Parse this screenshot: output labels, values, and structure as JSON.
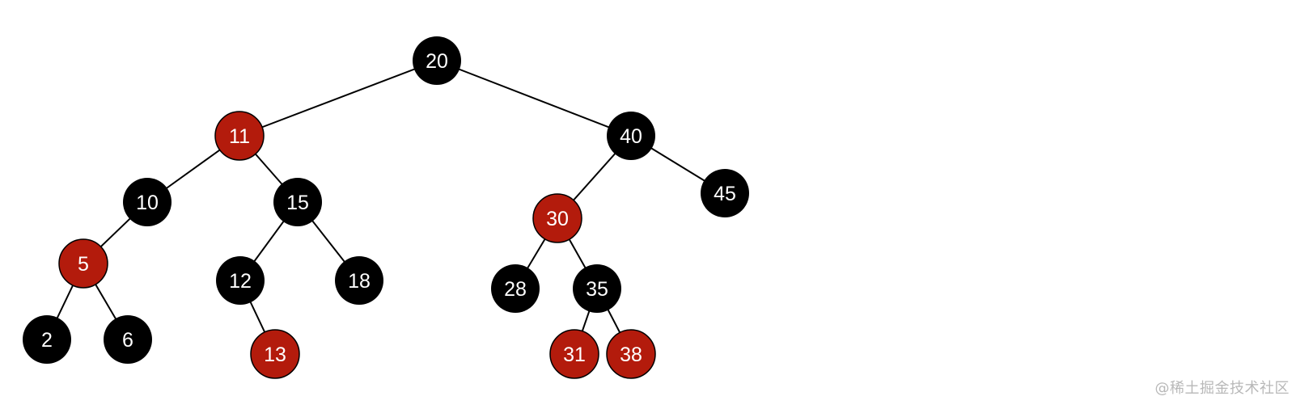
{
  "colors": {
    "red_node": "#b31b0c",
    "black_node": "#000000",
    "label": "#ffffff",
    "edge": "#000000"
  },
  "tree": {
    "nodes": [
      {
        "id": "n20",
        "label": "20",
        "color": "black"
      },
      {
        "id": "n11",
        "label": "11",
        "color": "red"
      },
      {
        "id": "n40",
        "label": "40",
        "color": "black"
      },
      {
        "id": "n10",
        "label": "10",
        "color": "black"
      },
      {
        "id": "n15",
        "label": "15",
        "color": "black"
      },
      {
        "id": "n30",
        "label": "30",
        "color": "red"
      },
      {
        "id": "n45",
        "label": "45",
        "color": "black"
      },
      {
        "id": "n5",
        "label": "5",
        "color": "red"
      },
      {
        "id": "n12",
        "label": "12",
        "color": "black"
      },
      {
        "id": "n18",
        "label": "18",
        "color": "black"
      },
      {
        "id": "n28",
        "label": "28",
        "color": "black"
      },
      {
        "id": "n35",
        "label": "35",
        "color": "black"
      },
      {
        "id": "n2",
        "label": "2",
        "color": "black"
      },
      {
        "id": "n6",
        "label": "6",
        "color": "black"
      },
      {
        "id": "n13",
        "label": "13",
        "color": "red"
      },
      {
        "id": "n31",
        "label": "31",
        "color": "red"
      },
      {
        "id": "n38",
        "label": "38",
        "color": "red"
      }
    ],
    "edges": [
      [
        "n20",
        "n11"
      ],
      [
        "n20",
        "n40"
      ],
      [
        "n11",
        "n10"
      ],
      [
        "n11",
        "n15"
      ],
      [
        "n40",
        "n30"
      ],
      [
        "n40",
        "n45"
      ],
      [
        "n10",
        "n5"
      ],
      [
        "n15",
        "n12"
      ],
      [
        "n15",
        "n18"
      ],
      [
        "n30",
        "n28"
      ],
      [
        "n30",
        "n35"
      ],
      [
        "n5",
        "n2"
      ],
      [
        "n5",
        "n6"
      ],
      [
        "n12",
        "n13"
      ],
      [
        "n35",
        "n31"
      ],
      [
        "n35",
        "n38"
      ]
    ]
  },
  "watermark": "@稀土掘金技术社区"
}
